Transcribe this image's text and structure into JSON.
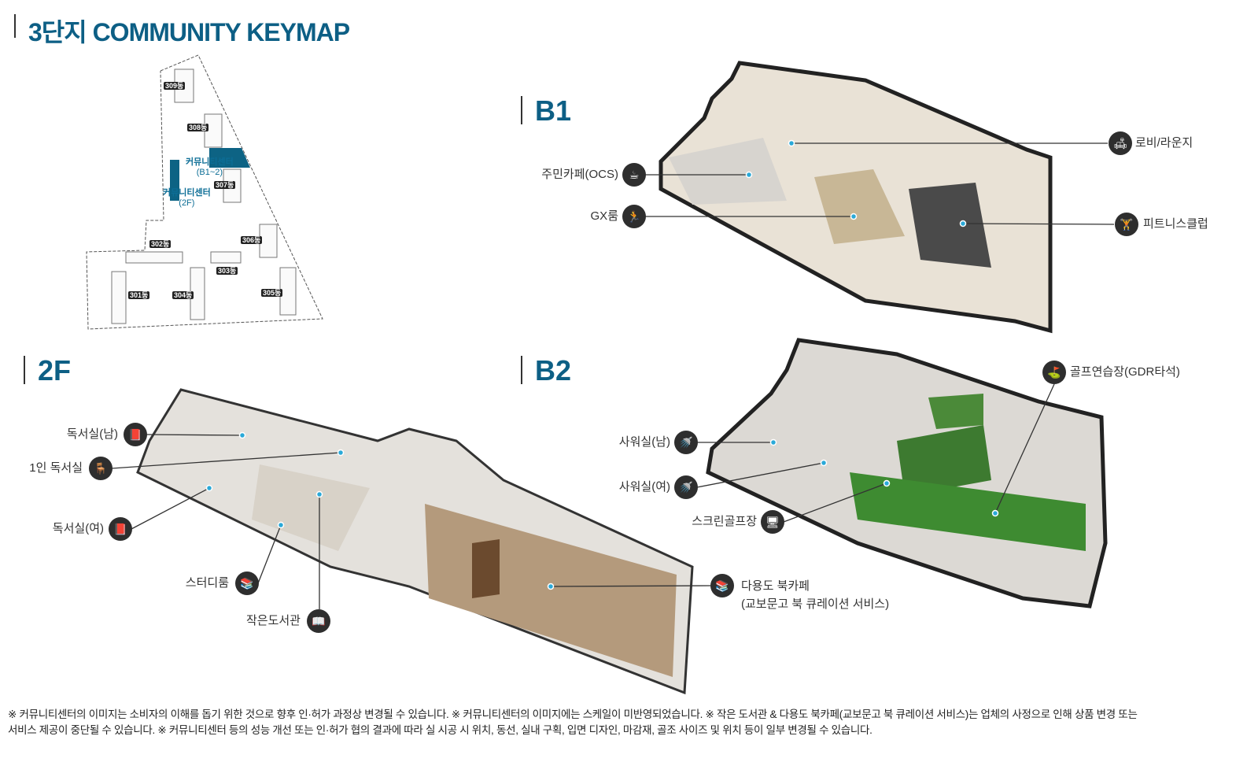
{
  "title": "3단지 COMMUNITY KEYMAP",
  "keymap": {
    "buildings": [
      "309동",
      "308동",
      "307동",
      "306동",
      "305동",
      "304동",
      "303동",
      "302동",
      "301동"
    ],
    "community_b": {
      "name": "커뮤니티센터",
      "floor": "(B1~2)"
    },
    "community_2f": {
      "name": "커뮤니티센터",
      "floor": "(2F)"
    }
  },
  "floors": {
    "b1": {
      "label": "B1",
      "rooms": [
        {
          "name": "주민카페(OCS)",
          "icon": "coffee-icon"
        },
        {
          "name": "GX룸",
          "icon": "exercise-icon"
        },
        {
          "name": "로비/라운지",
          "icon": "lounge-icon"
        },
        {
          "name": "피트니스클럽",
          "icon": "treadmill-icon"
        }
      ]
    },
    "b2": {
      "label": "B2",
      "rooms": [
        {
          "name": "골프연습장(GDR타석)",
          "icon": "golf-icon"
        },
        {
          "name": "사워실(남)",
          "icon": "shower-icon"
        },
        {
          "name": "사워실(여)",
          "icon": "shower-icon"
        },
        {
          "name": "스크린골프장",
          "icon": "screen-golf-icon"
        }
      ]
    },
    "f2": {
      "label": "2F",
      "rooms": [
        {
          "name": "독서실(남)",
          "icon": "book-icon"
        },
        {
          "name": "1인 독서실",
          "icon": "reader-icon"
        },
        {
          "name": "독서실(여)",
          "icon": "book-icon"
        },
        {
          "name": "스터디룸",
          "icon": "books-stack-icon"
        },
        {
          "name": "작은도서관",
          "icon": "library-icon"
        },
        {
          "name": "다용도 북카페",
          "sub": "(교보문고 북 큐레이션 서비스)",
          "icon": "bookcafe-icon"
        }
      ]
    }
  },
  "notes": [
    "※ 커뮤니티센터의 이미지는 소비자의 이해를 돕기 위한 것으로 향후 인·허가 과정상 변경될 수 있습니다. ※ 커뮤니티센터의 이미지에는 스케일이 미반영되었습니다.  ※ 작은 도서관 & 다용도 북카페(교보문고 북 큐레이션 서비스)는 업체의 사정으로 인해 상품 변경 또는",
    "서비스 제공이 중단될 수 있습니다. ※ 커뮤니티센터 등의 성능 개선 또는 인·허가 협의 결과에 따라 실 시공 시 위치, 동선, 실내 구획, 입면 디자인, 마감재, 골조 사이즈 및 위치 등이 일부 변경될  수 있습니다."
  ]
}
